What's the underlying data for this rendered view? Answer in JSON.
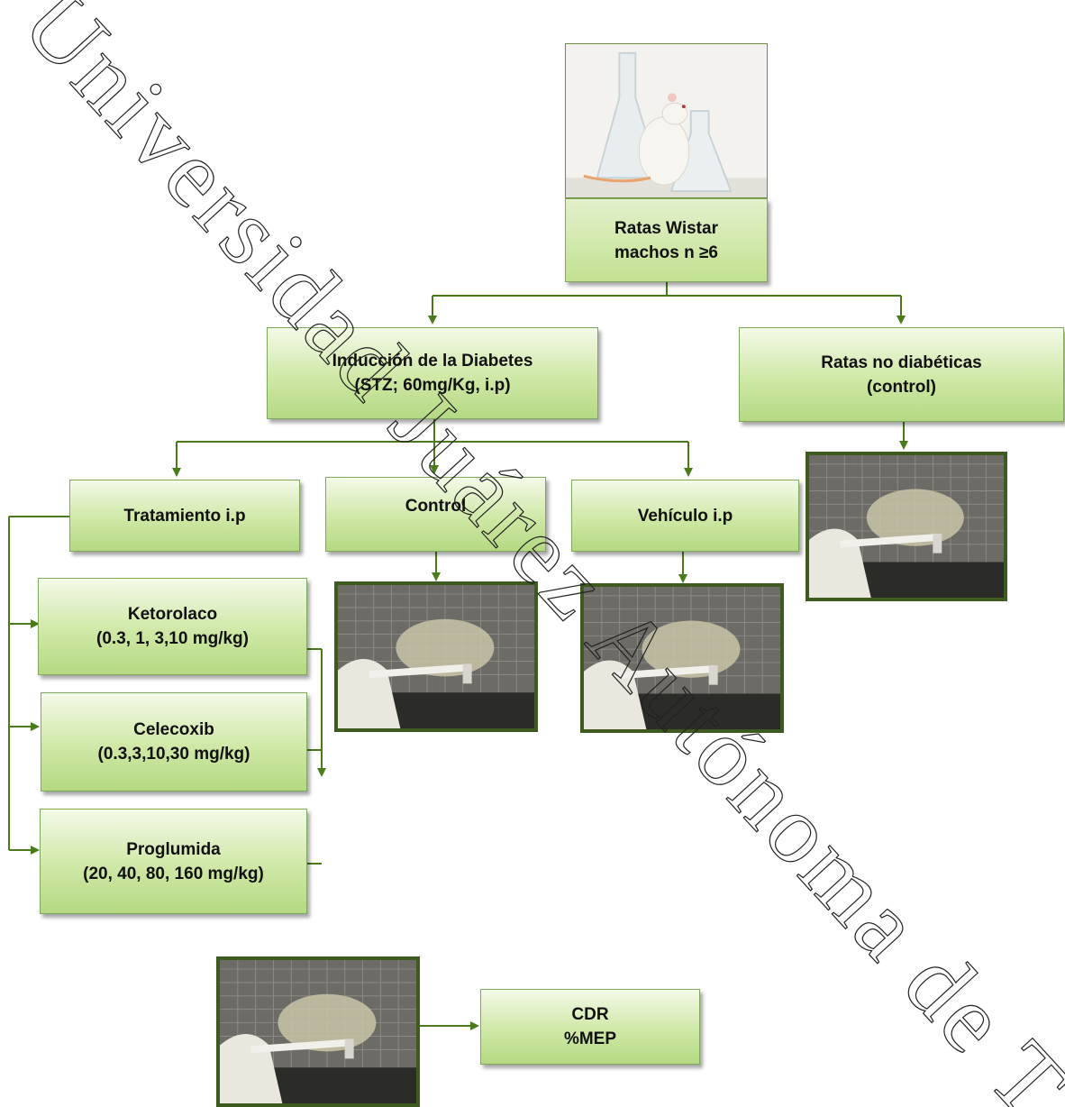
{
  "root": {
    "line1": "Ratas Wistar",
    "line2": "machos n ≥6"
  },
  "induction": {
    "line1": "Inducción de la Diabetes",
    "line2": "(STZ; 60mg/Kg, i.p)"
  },
  "non_diabetic": {
    "line1": "Ratas no diabéticas",
    "line2": "(control)"
  },
  "branches": {
    "treatment": "Tratamiento i.p",
    "control": "Control",
    "vehicle": "Vehículo i.p"
  },
  "drugs": [
    {
      "name": "Ketorolaco",
      "doses": "(0.3, 1, 3,10 mg/kg)"
    },
    {
      "name": "Celecoxib",
      "doses": "(0.3,3,10,30 mg/kg)"
    },
    {
      "name": "Proglumida",
      "doses": "(20, 40, 80, 160 mg/kg)"
    }
  ],
  "outcome": {
    "line1": "CDR",
    "line2": "%MEP"
  },
  "watermark": "Universidad Juárez Autónoma de Tabasco. México.",
  "colors": {
    "arrow": "#4a7a1a",
    "box_border": "#7fa95a",
    "photo_border": "#3d5a1f",
    "box_fill": "#c5e29a"
  }
}
